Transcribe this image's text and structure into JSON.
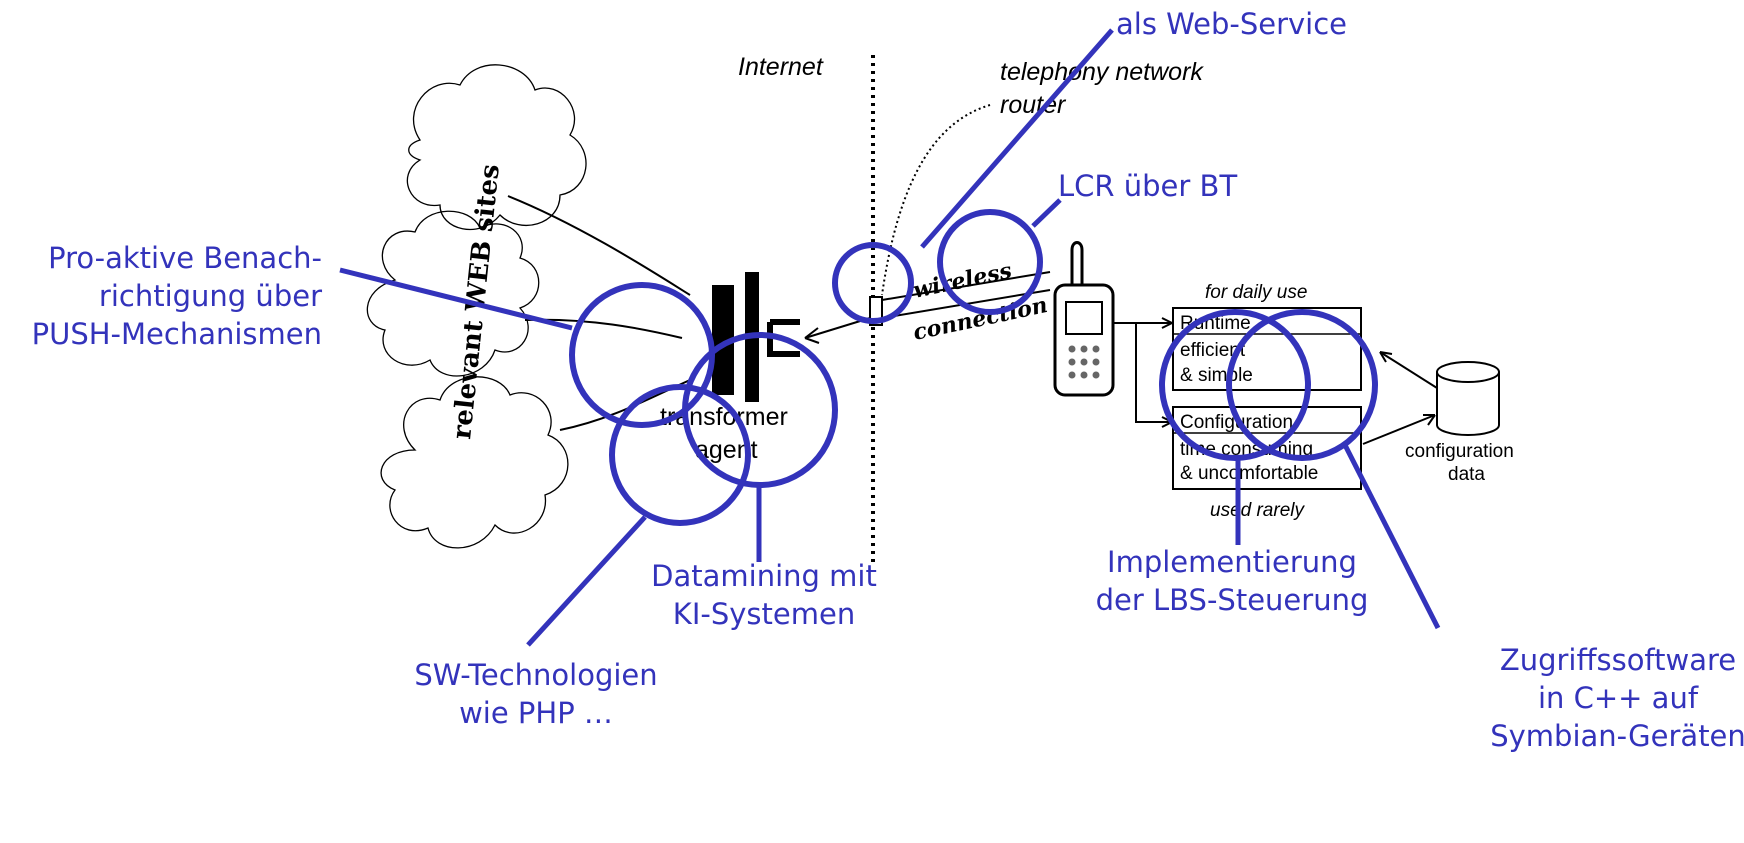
{
  "diagram": {
    "internet_label": "Internet",
    "telephony_label": "telephony network",
    "router_label": "router",
    "web_sites_label": "relevant WEB sites",
    "wireless_label_1": "wireless",
    "wireless_label_2": "connection",
    "agent_label_1": "transformer",
    "agent_label_2": "agent",
    "daily_use_label": "for daily use",
    "runtime_box": [
      "Runtime",
      "efficient",
      "& simple"
    ],
    "config_box": [
      "Configuration",
      "time consuming",
      "& uncomfortable"
    ],
    "used_rarely_label": "used rarely",
    "config_data_label": [
      "configuration",
      "data"
    ]
  },
  "annotations": {
    "web_service": "als Web-Service",
    "lcr": "LCR über BT",
    "push": [
      "Pro-aktive Benach-",
      "richtigung über",
      "PUSH-Mechanismen"
    ],
    "datamining": [
      "Datamining mit",
      "KI-Systemen"
    ],
    "sw_tech": [
      "SW-Technologien",
      "wie PHP …"
    ],
    "lbs": [
      "Implementierung",
      "der LBS-Steuerung"
    ],
    "zugriff": [
      "Zugriffssoftware",
      "in C++ auf",
      "Symbian-Geräten"
    ]
  },
  "colors": {
    "annotation": "#3333bb",
    "diagram": "#000000"
  }
}
